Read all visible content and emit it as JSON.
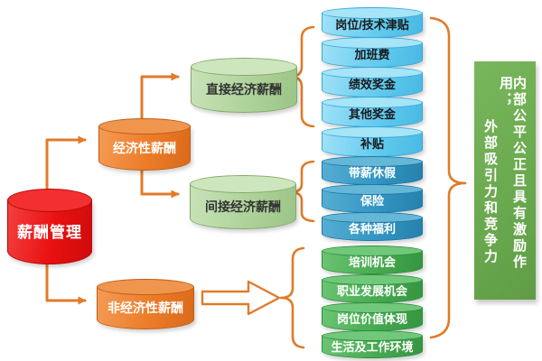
{
  "diagram": {
    "root": "薪酬管理",
    "economic": "经济性薪酬",
    "non_economic": "非经济性薪酬",
    "direct": "直接经济薪酬",
    "indirect": "间接经济薪酬",
    "direct_items": [
      "岗位/技术津贴",
      "加班费",
      "绩效奖金",
      "其他奖金",
      "补贴"
    ],
    "indirect_items": [
      "带薪休假",
      "保险",
      "各种福利"
    ],
    "non_economic_items": [
      "培训机会",
      "职业发展机会",
      "岗位价值体现",
      "生活及工作环境"
    ],
    "conclusion": [
      "内部公平公正且具有激励作用；",
      "外部吸引力和竞争力"
    ],
    "colors": {
      "root_fill": "#e81111",
      "level2_fill": "#ec7c28",
      "level3_fill": "#aed39a",
      "direct_item_fill": "#63cbef",
      "indirect_item_fill": "#3396c4",
      "non_economic_item_fill": "#47aa51",
      "conclusion_fill": "#6aa84f",
      "connector": "#e07b28"
    }
  }
}
